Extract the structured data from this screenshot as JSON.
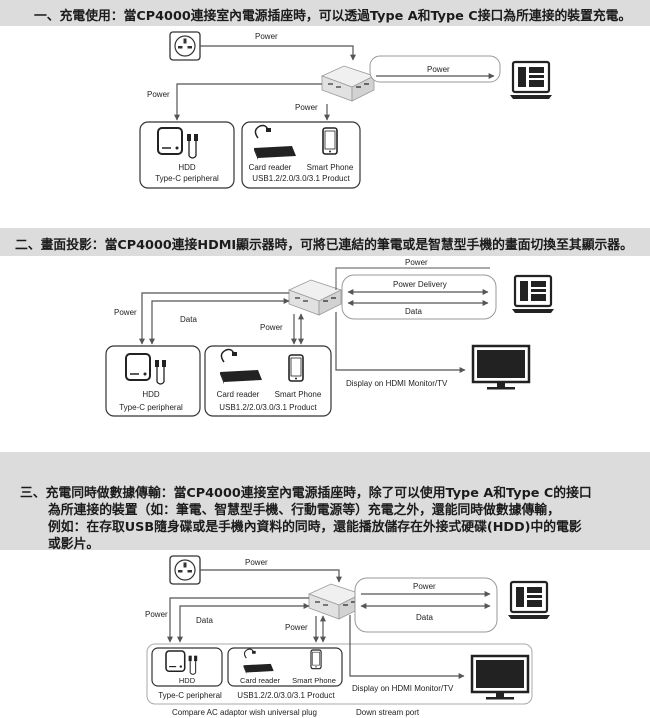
{
  "section1": {
    "heading": "一、充電使用：當CP4000連接室內電源插座時，可以透過Type A和Type C接口為所連接的裝置充電。",
    "power_top": "Power",
    "power_right": "Power",
    "power_left": "Power",
    "power_down": "Power",
    "hdd_label": "HDD",
    "typec_label": "Type-C peripheral",
    "card_reader_label": "Card reader",
    "smartphone_label": "Smart Phone",
    "usb_label": "USB1.2/2.0/3.0/3.1 Product"
  },
  "section2": {
    "heading": "二、畫面投影：當CP4000連接HDMI顯示器時，可將已連結的筆電或是智慧型手機的畫面切換至其顯示器。",
    "power_top": "Power",
    "power_delivery": "Power Delivery",
    "data_right": "Data",
    "power_left": "Power",
    "data_left": "Data",
    "power_down": "Power",
    "hdd_label": "HDD",
    "typec_label": "Type-C peripheral",
    "card_reader_label": "Card reader",
    "smartphone_label": "Smart Phone",
    "usb_label": "USB1.2/2.0/3.0/3.1 Product",
    "hdmi_label": "Display on HDMI Monitor/TV"
  },
  "section3": {
    "heading_line1": "三、充電同時做數據傳輸：當CP4000連接室內電源插座時，除了可以使用Type A和Type C的接口",
    "heading_line2": "為所連接的裝置（如：筆電、智慧型手機、行動電源等）充電之外，還能同時做數據傳輸，",
    "heading_line3": "例如：在存取USB隨身碟或是手機內資料的同時，還能播放儲存在外接式硬碟(HDD)中的電影",
    "heading_line4": "或影片。",
    "power_top": "Power",
    "power_right": "Power",
    "data_right": "Data",
    "power_left": "Power",
    "data_left": "Data",
    "power_down": "Power",
    "hdd_label": "HDD",
    "typec_label": "Type-C peripheral",
    "card_reader_label": "Card reader",
    "smartphone_label": "Smart Phone",
    "usb_label": "USB1.2/2.0/3.0/3.1 Product",
    "hdmi_label": "Display on HDMI Monitor/TV",
    "caption_left": "Compare AC adaptor wish universal plug",
    "caption_right": "Down stream  port"
  },
  "colors": {
    "banner": "#dcdcdc",
    "line": "#555555",
    "box": "#333333"
  }
}
